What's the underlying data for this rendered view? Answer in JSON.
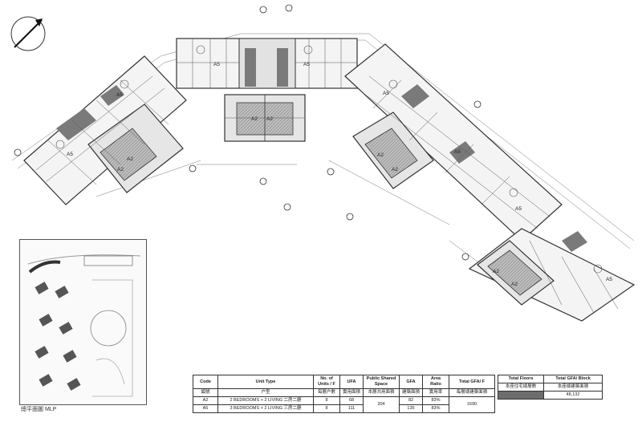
{
  "unit_labels": {
    "a2": "A2",
    "a5": "A5"
  },
  "keyplan_caption": "總平面圖 MLP",
  "unit_table": {
    "headers": [
      {
        "en": "Code",
        "zh": "編號"
      },
      {
        "en": "Unit Type",
        "zh": "户型"
      },
      {
        "en": "No. of Units / F",
        "zh": "每層户數"
      },
      {
        "en": "UFA",
        "zh": "實用面積"
      },
      {
        "en": "Public Shared Space",
        "zh": "本層共用面積"
      },
      {
        "en": "GFA",
        "zh": "建築面積"
      },
      {
        "en": "Area Ratio",
        "zh": "實用率"
      },
      {
        "en": "Total GFA/ F",
        "zh": "每層總建築面積"
      }
    ],
    "rows": [
      {
        "code": "A2",
        "type": "2 BEDROOMS + 2 LIVING 二房二廳",
        "units": "8",
        "ufa": "68",
        "gfa": "82",
        "ratio": "83%"
      },
      {
        "code": "A5",
        "type": "3 BEDROOMS + 2 LIVING 三房二廳",
        "units": "8",
        "ufa": "111",
        "gfa": "135",
        "ratio": "83%"
      }
    ],
    "public_shared": "304",
    "total_gfa_floor": "1690"
  },
  "totals_table": {
    "header_floors": "Total Floors",
    "header_floors_zh": "本座住宅總層數",
    "header_block": "Total GFA/ Block",
    "header_block_zh": "本座總建築面積",
    "floors_value": "",
    "block_value": "48,132"
  }
}
